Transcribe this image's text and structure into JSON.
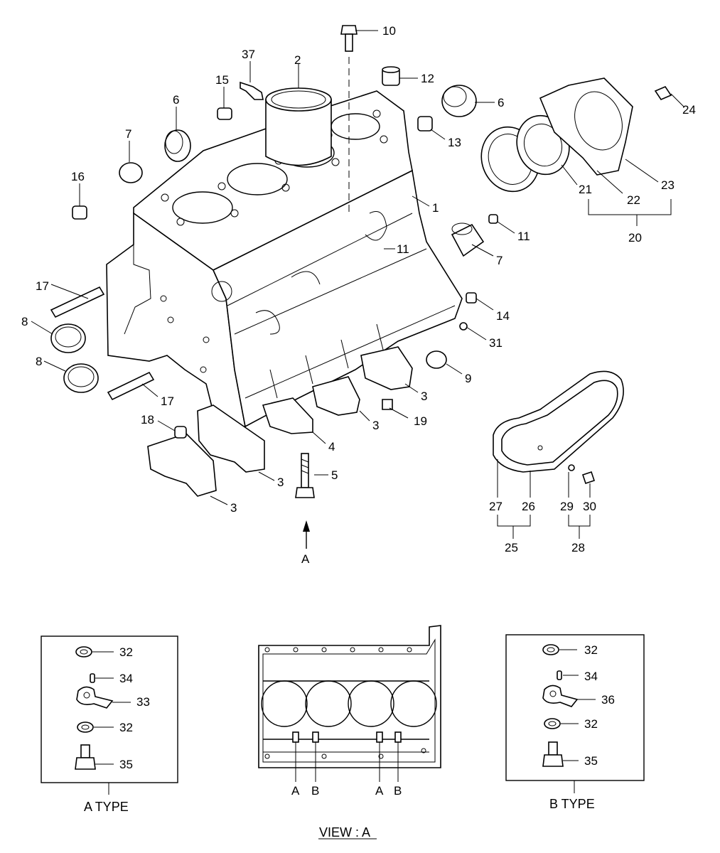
{
  "callouts": [
    {
      "id": "c10",
      "text": "10"
    },
    {
      "id": "c37",
      "text": "37"
    },
    {
      "id": "c2",
      "text": "2"
    },
    {
      "id": "c12",
      "text": "12"
    },
    {
      "id": "c15",
      "text": "15"
    },
    {
      "id": "c6a",
      "text": "6"
    },
    {
      "id": "c6b",
      "text": "6"
    },
    {
      "id": "c24",
      "text": "24"
    },
    {
      "id": "c7a",
      "text": "7"
    },
    {
      "id": "c13",
      "text": "13"
    },
    {
      "id": "c16",
      "text": "16"
    },
    {
      "id": "c1",
      "text": "1"
    },
    {
      "id": "c21",
      "text": "21"
    },
    {
      "id": "c22",
      "text": "22"
    },
    {
      "id": "c23",
      "text": "23"
    },
    {
      "id": "c20",
      "text": "20"
    },
    {
      "id": "c11a",
      "text": "11"
    },
    {
      "id": "c7b",
      "text": "7"
    },
    {
      "id": "c11b",
      "text": "11"
    },
    {
      "id": "c17a",
      "text": "17"
    },
    {
      "id": "c8a",
      "text": "8"
    },
    {
      "id": "c14",
      "text": "14"
    },
    {
      "id": "c31",
      "text": "31"
    },
    {
      "id": "c8b",
      "text": "8"
    },
    {
      "id": "c9",
      "text": "9"
    },
    {
      "id": "c17b",
      "text": "17"
    },
    {
      "id": "c3a",
      "text": "3"
    },
    {
      "id": "c19",
      "text": "19"
    },
    {
      "id": "c3b",
      "text": "3"
    },
    {
      "id": "c18",
      "text": "18"
    },
    {
      "id": "c4",
      "text": "4"
    },
    {
      "id": "c5",
      "text": "5"
    },
    {
      "id": "c3c",
      "text": "3"
    },
    {
      "id": "c3d",
      "text": "3"
    },
    {
      "id": "c27",
      "text": "27"
    },
    {
      "id": "c26",
      "text": "26"
    },
    {
      "id": "c29",
      "text": "29"
    },
    {
      "id": "c30",
      "text": "30"
    },
    {
      "id": "c25",
      "text": "25"
    },
    {
      "id": "c28",
      "text": "28"
    },
    {
      "id": "cA",
      "text": "A"
    },
    {
      "id": "a32a",
      "text": "32"
    },
    {
      "id": "a34",
      "text": "34"
    },
    {
      "id": "a33",
      "text": "33"
    },
    {
      "id": "a32b",
      "text": "32"
    },
    {
      "id": "a35",
      "text": "35"
    },
    {
      "id": "b32a",
      "text": "32"
    },
    {
      "id": "b34",
      "text": "34"
    },
    {
      "id": "b36",
      "text": "36"
    },
    {
      "id": "b32b",
      "text": "32"
    },
    {
      "id": "b35",
      "text": "35"
    },
    {
      "id": "vA1",
      "text": "A"
    },
    {
      "id": "vB1",
      "text": "B"
    },
    {
      "id": "vA2",
      "text": "A"
    },
    {
      "id": "vB2",
      "text": "B"
    }
  ],
  "captions": {
    "a_type": "A TYPE",
    "b_type": "B TYPE",
    "view": "VIEW : A"
  }
}
